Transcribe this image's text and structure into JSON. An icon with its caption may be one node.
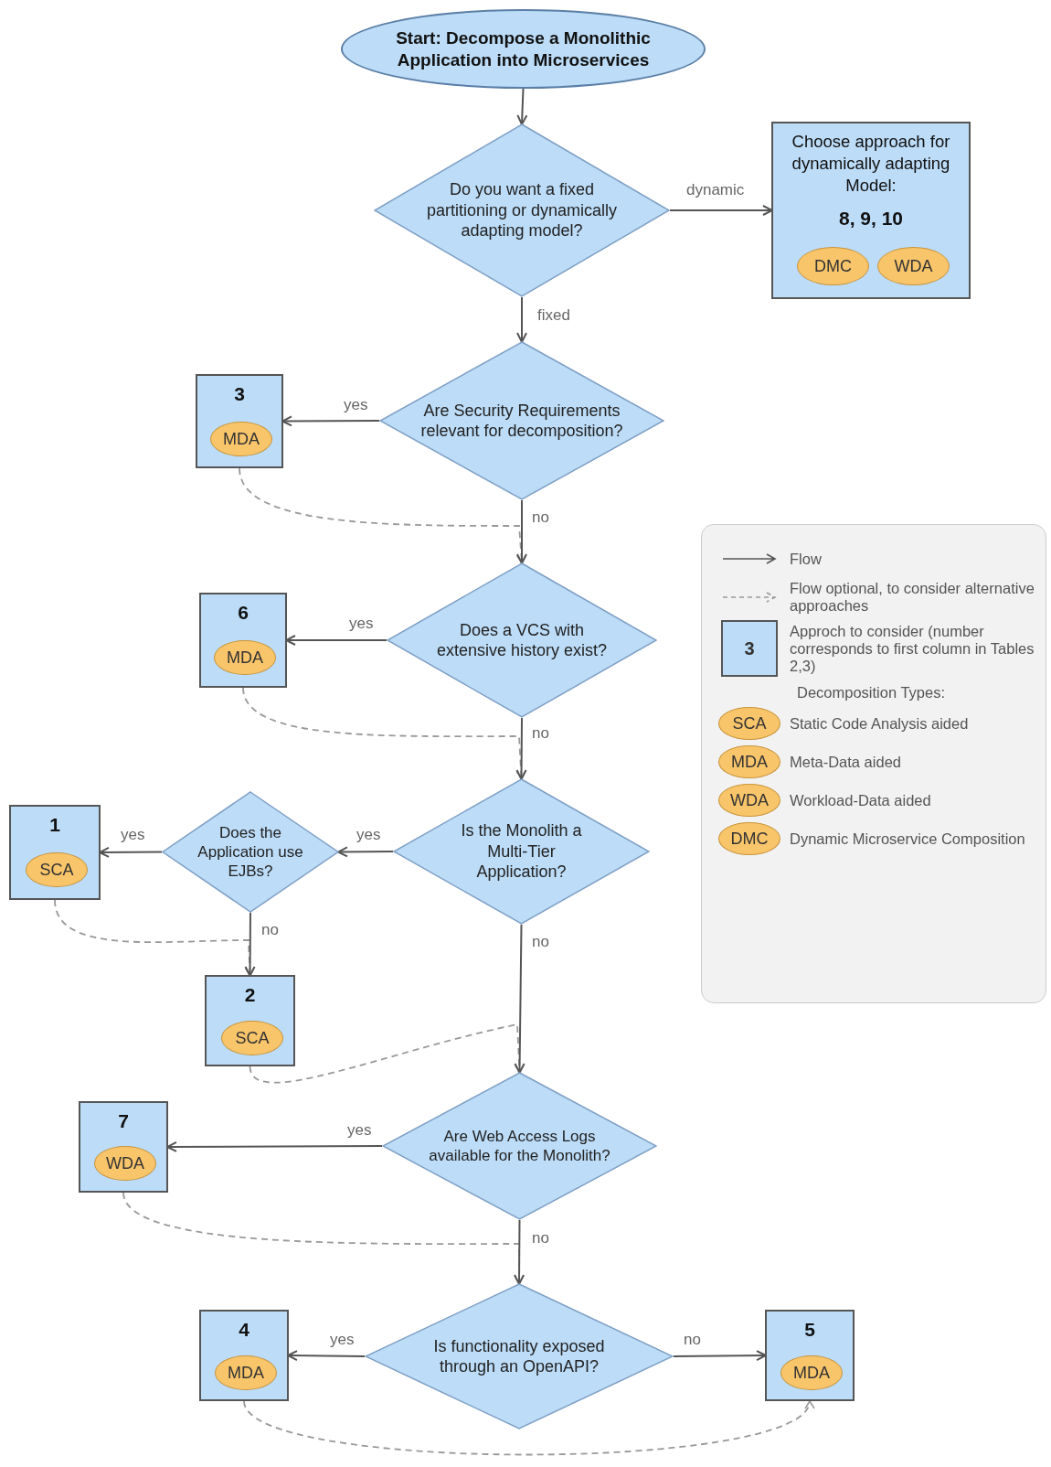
{
  "diagram": {
    "nodes": [
      {
        "text": [
          "Start: Decompose a Monolithic Application into Microservices"
        ]
      },
      {
        "text": [
          "Do you want a fixed partitioning or dynamically adapting model?"
        ]
      },
      {
        "text": [
          "Choose approach for dynamically adapting Model:",
          "8, 9, 10"
        ]
      },
      {
        "text": [
          "DMC"
        ],
        "in": 2
      },
      {
        "text": [
          "WDA"
        ],
        "in": 2
      },
      {
        "text": [
          "Are Security Requirements relevant for decomposition?"
        ]
      },
      {
        "text": [
          "3"
        ]
      },
      {
        "text": [
          "MDA"
        ],
        "in": 6
      },
      {
        "text": [
          "Does a VCS with extensive history exist?"
        ]
      },
      {
        "text": [
          "6"
        ]
      },
      {
        "text": [
          "MDA"
        ],
        "in": 9
      },
      {
        "text": [
          "Is the Monolith a Multi-Tier Application?"
        ]
      },
      {
        "text": [
          "Does the Application use EJBs?"
        ]
      },
      {
        "text": [
          "1"
        ]
      },
      {
        "text": [
          "SCA"
        ],
        "in": 13
      },
      {
        "text": [
          "2"
        ]
      },
      {
        "text": [
          "SCA"
        ],
        "in": 15
      },
      {
        "text": [
          "Are Web Access Logs available for the Monolith?"
        ]
      },
      {
        "text": [
          "7"
        ]
      },
      {
        "text": [
          "WDA"
        ],
        "in": 18
      },
      {
        "text": [
          "Is functionality exposed through an OpenAPI?"
        ]
      },
      {
        "text": [
          "4"
        ]
      },
      {
        "text": [
          "MDA"
        ],
        "in": 21
      },
      {
        "text": [
          "5"
        ]
      },
      {
        "text": [
          "MDA"
        ],
        "in": 23
      }
    ],
    "edges": [
      {
        "from": 0,
        "to": 1,
        "arrow": "to"
      },
      {
        "from": 1,
        "to": 2,
        "arrow": "to",
        "label": "dynamic"
      },
      {
        "from": 1,
        "to": 5,
        "arrow": "to",
        "label": "fixed"
      },
      {
        "from": 5,
        "to": 6,
        "arrow": "to",
        "label": "yes"
      },
      {
        "from": 6,
        "to": 8,
        "arrow": "to",
        "style": "dashed",
        "color": "#999999"
      },
      {
        "from": 5,
        "to": 8,
        "arrow": "to",
        "label": "no"
      },
      {
        "from": 8,
        "to": 9,
        "arrow": "to",
        "label": "yes"
      },
      {
        "from": 9,
        "to": 11,
        "arrow": "to",
        "style": "dashed",
        "color": "#999999"
      },
      {
        "from": 8,
        "to": 11,
        "arrow": "to",
        "label": "no"
      },
      {
        "from": 11,
        "to": 12,
        "arrow": "to",
        "label": "yes"
      },
      {
        "from": 12,
        "to": 13,
        "arrow": "to",
        "label": "yes"
      },
      {
        "from": 13,
        "to": 15,
        "arrow": "to",
        "style": "dashed",
        "color": "#999999"
      },
      {
        "from": 12,
        "to": 15,
        "arrow": "to",
        "label": "no"
      },
      {
        "from": 15,
        "to": 17,
        "arrow": "to",
        "style": "dashed",
        "color": "#999999"
      },
      {
        "from": 11,
        "to": 17,
        "arrow": "to",
        "label": "no"
      },
      {
        "from": 17,
        "to": 18,
        "arrow": "to",
        "label": "yes"
      },
      {
        "from": 18,
        "to": 20,
        "arrow": "to",
        "style": "dashed",
        "color": "#999999"
      },
      {
        "from": 17,
        "to": 20,
        "arrow": "to",
        "label": "no"
      },
      {
        "from": 20,
        "to": 21,
        "arrow": "to",
        "label": "yes"
      },
      {
        "from": 20,
        "to": 23,
        "arrow": "to",
        "label": "no"
      },
      {
        "from": 21,
        "to": 23,
        "arrow": "to",
        "style": "dashed",
        "color": "#999999"
      }
    ],
    "labels": [
      "3",
      "Decomposition Types:",
      "SCA",
      "MDA",
      "WDA",
      "DMC"
    ],
    "legend": [
      {
        "text": "Flow"
      },
      {
        "text": "Flow optional, to consider alternative approaches"
      },
      {
        "text": "Approch to consider (number corresponds to first column in Tables 2,3)",
        "color": "#bcdcf8"
      },
      {
        "text": "Static Code Analysis aided",
        "color": "#f9c56b"
      },
      {
        "text": "Meta-Data aided",
        "color": "#f9c56b"
      },
      {
        "text": "Workload-Data aided",
        "color": "#f9c56b"
      },
      {
        "text": "Dynamic Microservice Composition",
        "color": "#f9c56b"
      }
    ]
  }
}
